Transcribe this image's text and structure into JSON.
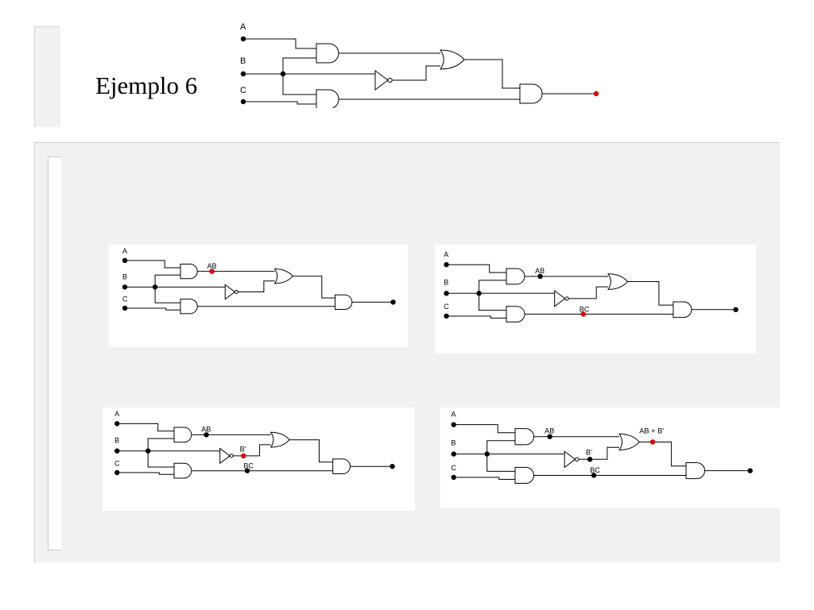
{
  "title": "Ejemplo 6",
  "inputs": {
    "a": "A",
    "b": "B",
    "c": "C"
  },
  "labels": {
    "ab": "AB",
    "bc": "BC",
    "b_not": "B'",
    "ab_or_bnot": "AB + B'"
  },
  "colors": {
    "wire": "#000000",
    "probe": "#e00000",
    "panel": "#f1f1f1"
  },
  "diagrams": [
    {
      "id": "main",
      "probes": [
        "out"
      ]
    },
    {
      "id": "step-1",
      "probes": [
        "ab"
      ]
    },
    {
      "id": "step-2",
      "probes": [
        "bc"
      ]
    },
    {
      "id": "step-3",
      "probes": [
        "bnot"
      ]
    },
    {
      "id": "step-4",
      "probes": [
        "or"
      ]
    }
  ]
}
